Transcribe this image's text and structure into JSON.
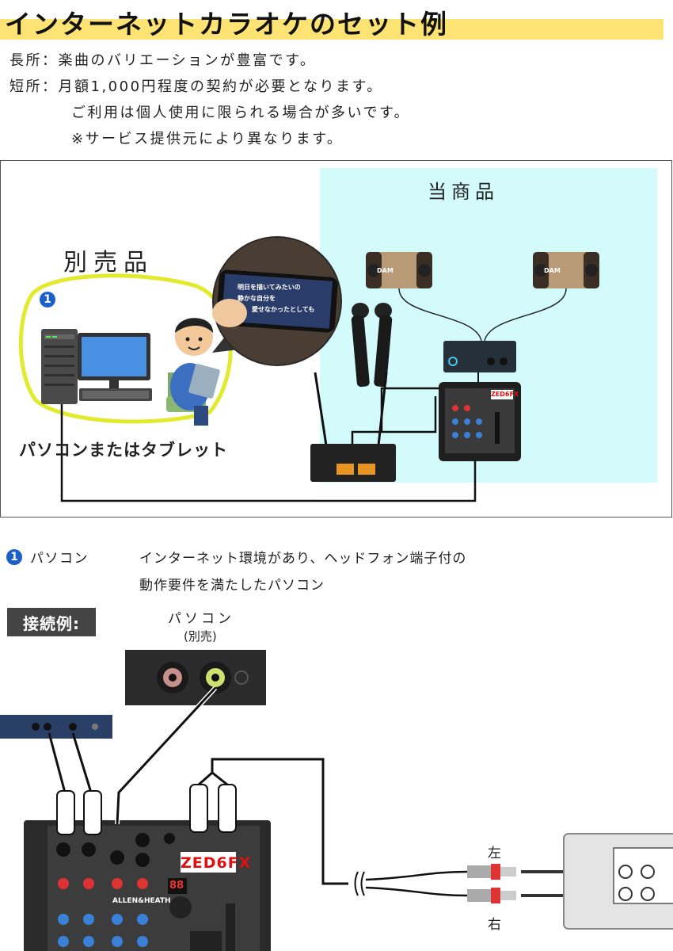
{
  "title": "インターネットカラオケのセット例",
  "pros": "長所：楽曲のバリエーションが豊富です。",
  "cons": [
    "短所：月額1,000円程度の契約が必要となります。",
    "ご利用は個人使用に限られる場合が多いです。",
    "※サービス提供元により異なります。"
  ],
  "diagram": {
    "our_product_label": "当商品",
    "sold_separately_label": "別売品",
    "badge_number": "1",
    "device_caption": "パソコンまたはタブレット",
    "speaker_brand": "DAM",
    "mixer_model": "ZED6FX",
    "lyrics": [
      "明日を描いてみたいの",
      "静かな自分を",
      "愛せなかったとしても"
    ]
  },
  "requirements": {
    "badge_number": "1",
    "device": "パソコン",
    "lines": [
      "インターネット環境があり、ヘッドフォン端子付の",
      "動作要件を満たしたパソコン"
    ]
  },
  "connection": {
    "label": "接続例:",
    "pc_label": "パソコン",
    "pc_sub": "(別売)",
    "left_label": "左",
    "right_label": "右",
    "mixer_model": "ZED6FX",
    "mixer_brand": "ALLEN&HEATH",
    "display_value": "88"
  },
  "colors": {
    "title_highlight": "#fde374",
    "product_zone": "#d4fbfb",
    "callout_outline": "#e2ea2e",
    "badge": "#1b5fc9"
  }
}
